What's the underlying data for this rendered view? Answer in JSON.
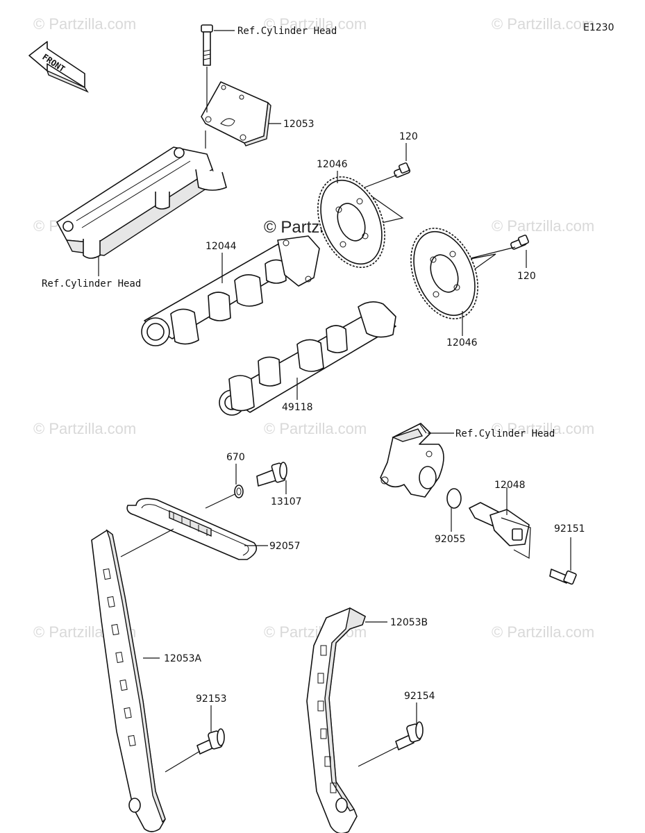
{
  "diagram_id": "E1230",
  "front_arrow": {
    "text": "FRONT",
    "icon": "front-direction-arrow-icon"
  },
  "watermarks": {
    "text": "© Partzilla.com",
    "center_text": "© Partzilla.com"
  },
  "refs": {
    "top": "Ref.Cylinder Head",
    "left": "Ref.Cylinder Head",
    "right": "Ref.Cylinder Head"
  },
  "parts": {
    "p12053": "12053",
    "p120_top": "120",
    "p12046_top": "12046",
    "p12044": "12044",
    "p120_right": "120",
    "p12046_right": "12046",
    "p49118": "49118",
    "p670": "670",
    "p13107": "13107",
    "p92057": "92057",
    "p12048": "12048",
    "p92055": "92055",
    "p92151": "92151",
    "p12053B": "12053B",
    "p12053A": "12053A",
    "p92153": "92153",
    "p92154": "92154"
  }
}
